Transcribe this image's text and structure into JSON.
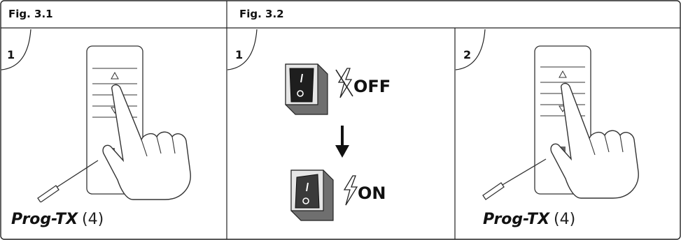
{
  "figures": [
    {
      "title": "Fig. 3.1"
    },
    {
      "title": "Fig. 3.2"
    }
  ],
  "panels": [
    {
      "step": "1",
      "label_bold": "Prog-TX",
      "label_suffix": "(4)"
    },
    {
      "step": "1",
      "off_label": "OFF",
      "on_label": "ON"
    },
    {
      "step": "2",
      "label_bold": "Prog-TX",
      "label_suffix": "(4)"
    }
  ]
}
